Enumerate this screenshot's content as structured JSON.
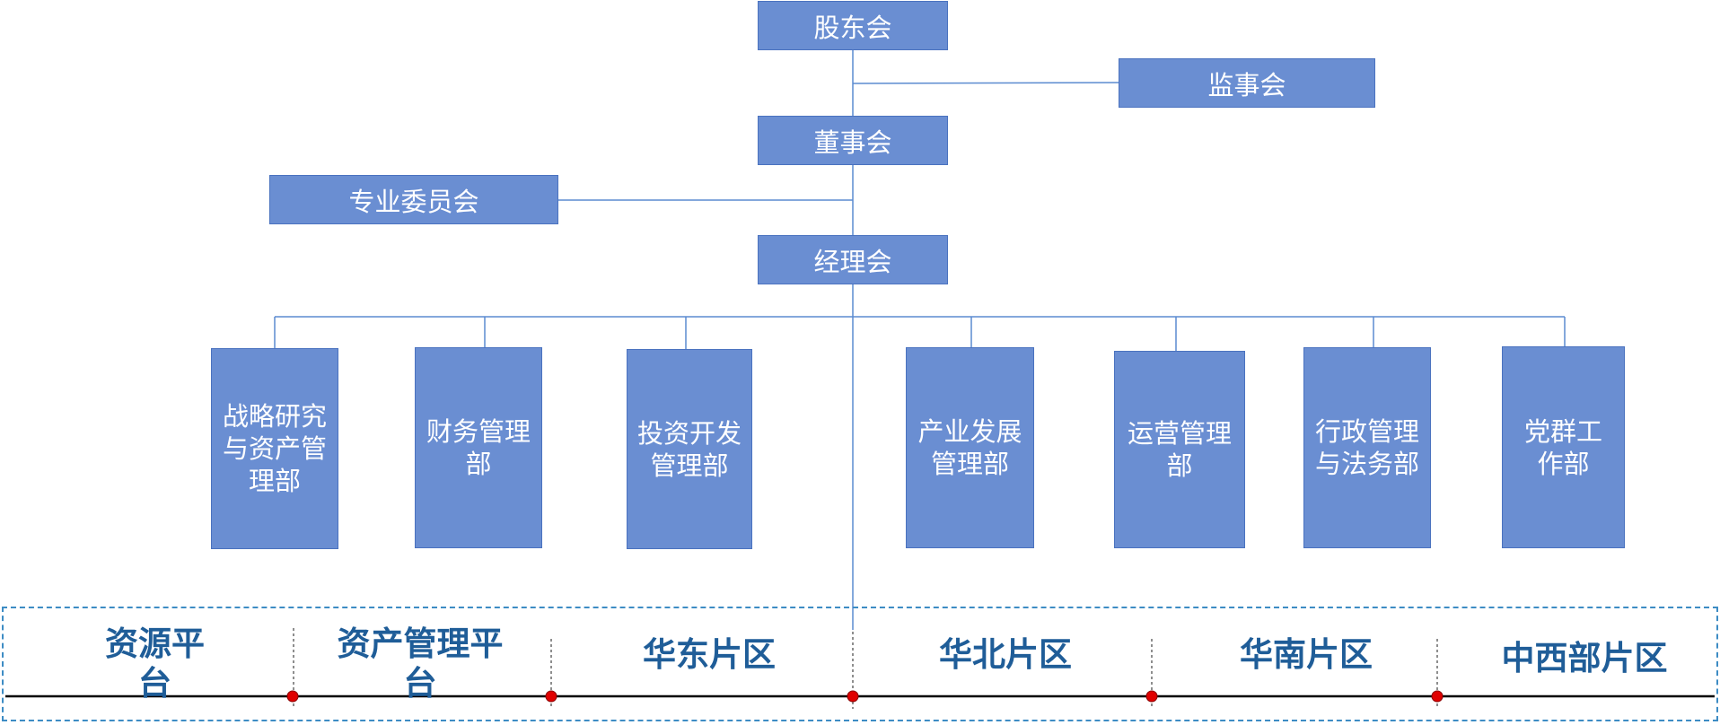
{
  "top": {
    "shareholders": "股东会",
    "supervisors": "监事会",
    "board": "董事会",
    "committee": "专业委员会",
    "management": "经理会"
  },
  "departments": [
    "战略研究与资产管理部",
    "财务管理部",
    "投资开发管理部",
    "产业发展管理部",
    "运营管理部",
    "行政管理与法务部",
    "党群工作部"
  ],
  "regions": [
    "资源平台",
    "资产管理平台",
    "华东片区",
    "华北片区",
    "华南片区",
    "中西部片区"
  ],
  "colors": {
    "box_fill": "#6a8ed2",
    "box_border": "#4a72bf",
    "connector": "#5b8bd0",
    "region_text": "#1f5d98",
    "marker": "#e00000"
  }
}
